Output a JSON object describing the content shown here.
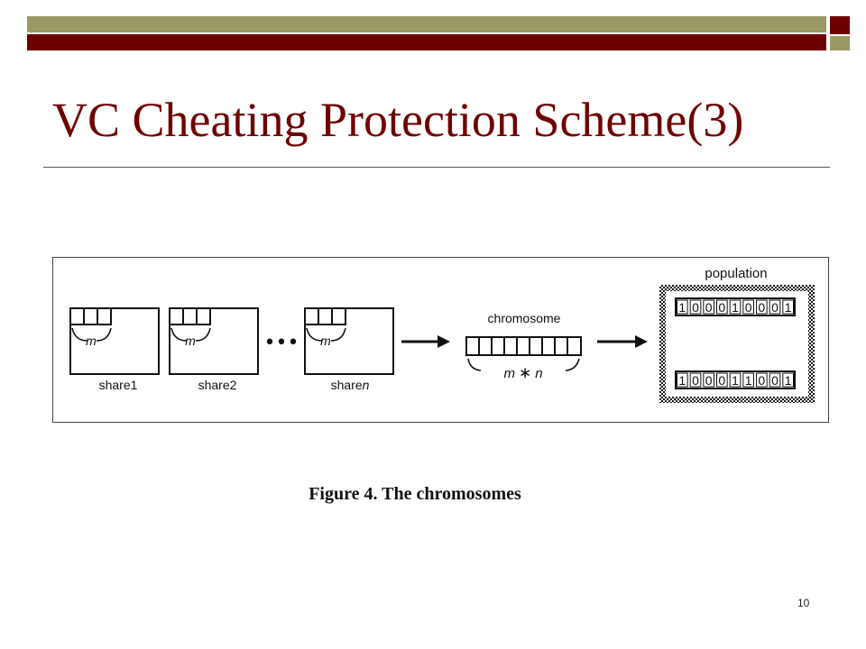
{
  "slide": {
    "title": "VC Cheating Protection Scheme(3)",
    "caption": "Figure 4. The chromosomes",
    "page_number": "10"
  },
  "figure": {
    "shares": [
      {
        "label": "share1",
        "m_label": "m"
      },
      {
        "label": "share2",
        "m_label": "m"
      },
      {
        "label_prefix": "share",
        "label_italic": "n",
        "m_label": "m"
      }
    ],
    "ellipsis": "•••",
    "chromosome_label": "chromosome",
    "chromosome_expr": {
      "m": "m",
      "op": "∗",
      "n": "n"
    },
    "population_label": "population",
    "population_strings": [
      [
        "1",
        "0",
        "0",
        "0",
        "1",
        "0",
        "0",
        "0",
        "1"
      ],
      [
        "1",
        "0",
        "0",
        "0",
        "1",
        "1",
        "0",
        "0",
        "1"
      ]
    ]
  },
  "colors": {
    "title": "#6f0000",
    "header_olive": "#999966",
    "header_red": "#6f0000"
  }
}
